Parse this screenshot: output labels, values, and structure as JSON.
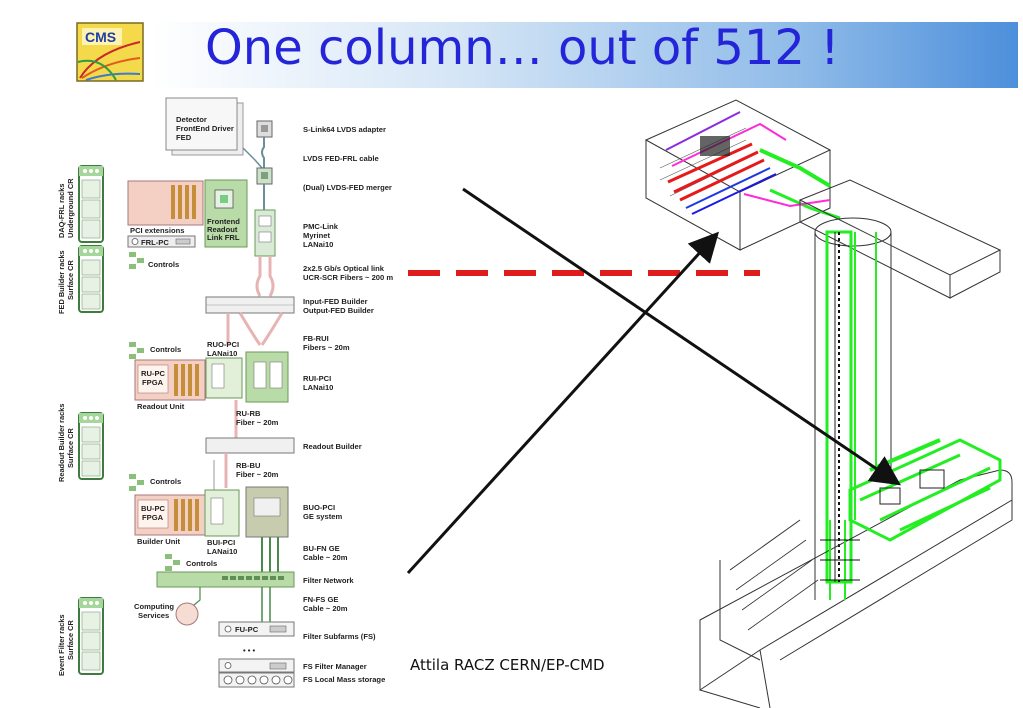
{
  "slide": {
    "title": "One column… out of 512 !",
    "author": "Attila RACZ  CERN/EP-CMD",
    "logo_text": "CMS",
    "colors": {
      "title": "#2424d8",
      "arrow": "#111111",
      "dashed_line": "#e01b1b",
      "cad_structure": "#22ee22",
      "cad_outline": "#222222"
    }
  },
  "diagram": {
    "right_labels": [
      "S-Link64 LVDS adapter",
      "LVDS FED-FRL cable",
      "(Dual) LVDS-FED merger",
      "PMC-Link",
      "Myrinet",
      "LANai10",
      "2x2.5 Gb/s Optical link",
      "UCR-SCR Fibers ~ 200 m",
      "Input-FED Builder",
      "Output-FED Builder",
      "FB-RUI",
      "Fibers ~ 20m",
      "RUI-PCI",
      "LANai10",
      "Readout  Builder",
      "BUO-PCI",
      "GE system",
      "BU-FN GE",
      "Cable ~ 20m",
      "Filter Network",
      "FN-FS GE",
      "Cable ~ 20m",
      "Filter Subfarms (FS)",
      "FS Filter Manager",
      "FS Local Mass storage"
    ],
    "rack_labels": [
      "DAQ-FRL racks",
      "Underground CR",
      "FED Builder racks",
      "Surface CR",
      "Readout Builder racks",
      "Surface CR",
      "Event Filter racks",
      "Surface CR"
    ],
    "box_labels": {
      "fed_1": "Detector",
      "fed_2": "FrontEnd Driver",
      "fed_3": "FED",
      "pci_ext": "PCI extensions",
      "frl_pc": "FRL-PC",
      "controls": "Controls",
      "frl_1": "Frontend",
      "frl_2": "Readout",
      "frl_3": "Link FRL",
      "ruo_1": "RUO-PCI",
      "ruo_2": "LANai10",
      "rupc_1": "RU-PC",
      "rupc_2": "FPGA",
      "readout_unit": "Readout Unit",
      "rurb_1": "RU-RB",
      "rurb_2": "Fiber ~ 20m",
      "rbbu_1": "RB-BU",
      "rbbu_2": "Fiber ~ 20m",
      "bupc_1": "BU-PC",
      "bupc_2": "FPGA",
      "builder_unit": "Builder Unit",
      "bui_1": "BUI-PCI",
      "bui_2": "LANai10",
      "computing_1": "Computing",
      "computing_2": "Services",
      "fu_pc": "FU-PC",
      "dots": "• • •"
    }
  }
}
